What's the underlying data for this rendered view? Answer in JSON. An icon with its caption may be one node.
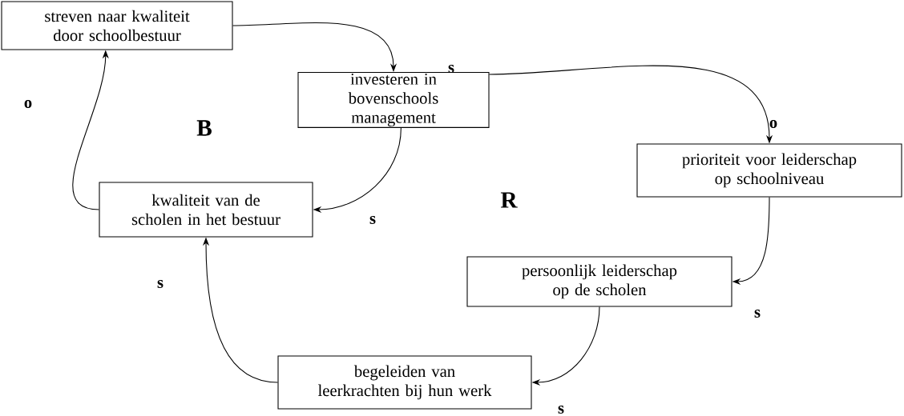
{
  "diagram": {
    "nodes": [
      {
        "text": [
          "streven naar kwaliteit door schoolbestuur"
        ]
      },
      {
        "text": [
          "investeren in bovenschools management"
        ]
      },
      {
        "text": [
          "prioriteit voor leiderschap op schoolniveau"
        ]
      },
      {
        "text": [
          "persoonlijk leiderschap op de scholen"
        ]
      },
      {
        "text": [
          "begeleiden van leerkrachten bij hun werk"
        ]
      },
      {
        "text": [
          "kwaliteit van de scholen in het bestuur"
        ]
      }
    ],
    "edges": [
      {
        "from": 0,
        "to": 1,
        "arrow": "to",
        "label": "s"
      },
      {
        "from": 1,
        "to": 2,
        "arrow": "to",
        "label": "o"
      },
      {
        "from": 2,
        "to": 3,
        "arrow": "to",
        "label": "s"
      },
      {
        "from": 3,
        "to": 4,
        "arrow": "to",
        "label": "s"
      },
      {
        "from": 4,
        "to": 5,
        "arrow": "to",
        "label": "s"
      },
      {
        "from": 5,
        "to": 0,
        "arrow": "to",
        "label": "o"
      },
      {
        "from": 1,
        "to": 5,
        "arrow": "to",
        "label": "s"
      }
    ],
    "labels": [
      "B",
      "R"
    ]
  }
}
